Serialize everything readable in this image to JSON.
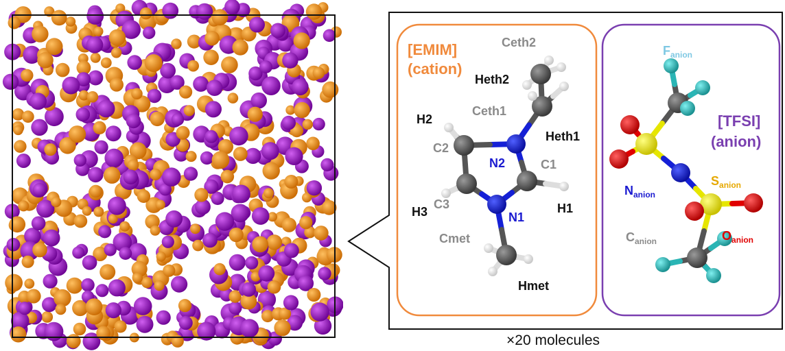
{
  "colors": {
    "cation": "#f28a16",
    "anion": "#8e14b0",
    "carbon": "#555555",
    "hydrogen": "#e8e8e8",
    "nitrogen": "#1520d6",
    "sulfur": "#e6e600",
    "oxygen": "#e00000",
    "fluorine": "#2ab5b5",
    "cation_box": "#f08a3c",
    "anion_box": "#7a3fb0",
    "label_gray": "#8a8a8a",
    "label_blue": "#1a1ad0",
    "label_black": "#111111",
    "label_orange": "#f08a3c",
    "label_purple": "#7a3fb0",
    "label_lightblue": "#7ec8e3",
    "label_yellow": "#e6a800",
    "label_red": "#e00000"
  },
  "cation": {
    "name_line1": "[EMIM]",
    "name_line2": "(cation)",
    "atoms": {
      "Ceth2": "Ceth2",
      "Heth2": "Heth2",
      "Ceth1": "Ceth1",
      "Heth1": "Heth1",
      "H2": "H2",
      "C2": "C2",
      "N2": "N2",
      "C1": "C1",
      "H3": "H3",
      "C3": "C3",
      "N1": "N1",
      "H1": "H1",
      "Cmet": "Cmet",
      "Hmet": "Hmet"
    }
  },
  "anion": {
    "name_line1": "[TFSI]",
    "name_line2": "(anion)",
    "atoms": {
      "F": "F",
      "N": "N",
      "S": "S",
      "C": "C",
      "O": "O",
      "sub": "anion"
    }
  },
  "caption": "×20 molecules"
}
